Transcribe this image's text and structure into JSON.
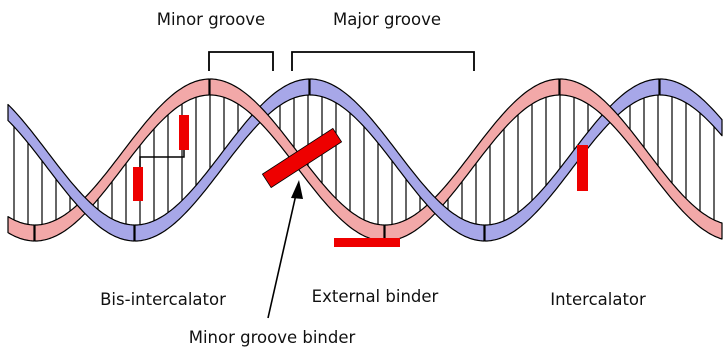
{
  "labels": {
    "minor_groove": "Minor groove",
    "major_groove": "Major groove",
    "bis_intercalator": "Bis-intercalator",
    "external_binder": "External binder",
    "intercalator": "Intercalator",
    "minor_groove_binder": "Minor groove binder"
  },
  "colors": {
    "strand_blue": "#a7a7e8",
    "strand_pink": "#f2a8a8",
    "ligand_red": "#ee0000",
    "outline": "#000000"
  }
}
